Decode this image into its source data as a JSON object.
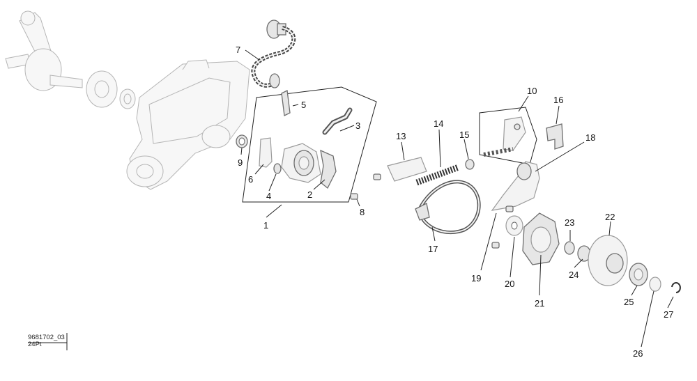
{
  "callouts": [
    {
      "id": "c1",
      "label": "1"
    },
    {
      "id": "c2",
      "label": "2"
    },
    {
      "id": "c3",
      "label": "3"
    },
    {
      "id": "c4",
      "label": "4"
    },
    {
      "id": "c5",
      "label": "5"
    },
    {
      "id": "c6",
      "label": "6"
    },
    {
      "id": "c7",
      "label": "7"
    },
    {
      "id": "c8",
      "label": "8"
    },
    {
      "id": "c9",
      "label": "9"
    },
    {
      "id": "c10",
      "label": "10"
    },
    {
      "id": "c13",
      "label": "13"
    },
    {
      "id": "c14",
      "label": "14"
    },
    {
      "id": "c15",
      "label": "15"
    },
    {
      "id": "c16",
      "label": "16"
    },
    {
      "id": "c17",
      "label": "17"
    },
    {
      "id": "c18",
      "label": "18"
    },
    {
      "id": "c19",
      "label": "19"
    },
    {
      "id": "c20",
      "label": "20"
    },
    {
      "id": "c21",
      "label": "21"
    },
    {
      "id": "c22",
      "label": "22"
    },
    {
      "id": "c23",
      "label": "23"
    },
    {
      "id": "c24",
      "label": "24"
    },
    {
      "id": "c25",
      "label": "25"
    },
    {
      "id": "c26",
      "label": "26"
    },
    {
      "id": "c27",
      "label": "27"
    }
  ],
  "reference": {
    "code": "9681702_03",
    "sub": "24Pt"
  }
}
